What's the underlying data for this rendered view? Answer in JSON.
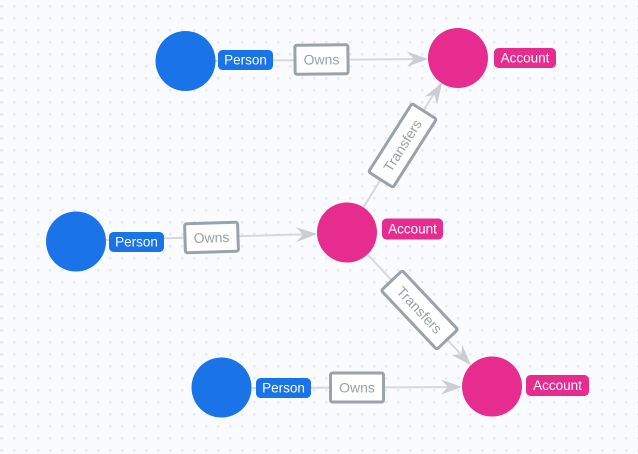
{
  "graph": {
    "nodes": [
      {
        "id": "person-1",
        "label": "Person"
      },
      {
        "id": "person-2",
        "label": "Person"
      },
      {
        "id": "person-3",
        "label": "Person"
      },
      {
        "id": "account-1",
        "label": "Account"
      },
      {
        "id": "account-2",
        "label": "Account"
      },
      {
        "id": "account-3",
        "label": "Account"
      }
    ],
    "relationships": [
      {
        "id": "owns-1",
        "label": "Owns",
        "from": "person-1",
        "to": "account-1"
      },
      {
        "id": "owns-2",
        "label": "Owns",
        "from": "person-2",
        "to": "account-2"
      },
      {
        "id": "owns-3",
        "label": "Owns",
        "from": "person-3",
        "to": "account-3"
      },
      {
        "id": "transfers-1",
        "label": "Transfers",
        "from": "account-2",
        "to": "account-1"
      },
      {
        "id": "transfers-2",
        "label": "Transfers",
        "from": "account-2",
        "to": "account-3"
      }
    ],
    "colors": {
      "person_node": "#1b73e8",
      "account_node": "#e62c8f",
      "edge_line": "#d5d8de",
      "arrowhead": "#c9cdd4",
      "relationship_border": "#9aa2ab",
      "relationship_text": "#9aa0a6",
      "label_text": "#ffffff",
      "canvas_background": "#fafbfe",
      "canvas_dot": "#e7e9ee"
    }
  }
}
